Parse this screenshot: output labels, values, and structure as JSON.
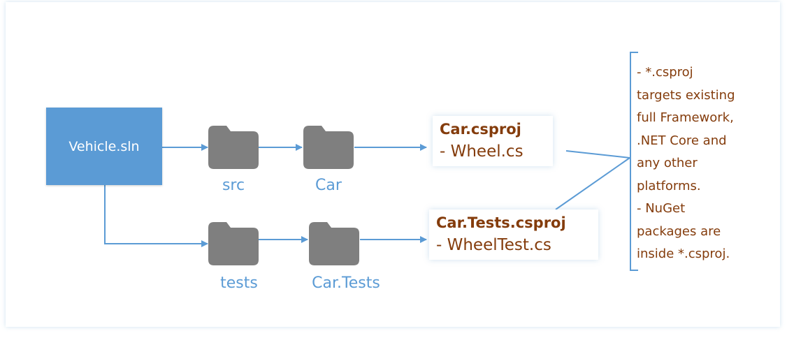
{
  "solution": {
    "label": "Vehicle.sln"
  },
  "folders": {
    "src": {
      "label": "src",
      "icon": "folder-icon"
    },
    "car": {
      "label": "Car",
      "icon": "folder-icon"
    },
    "tests": {
      "label": "tests",
      "icon": "folder-icon"
    },
    "car_tests": {
      "label": "Car.Tests",
      "icon": "folder-icon"
    }
  },
  "projects": {
    "car": {
      "name": "Car.csproj",
      "file": "- Wheel.cs"
    },
    "car_tests": {
      "name": "Car.Tests.csproj",
      "file": "- WheelTest.cs"
    }
  },
  "note": {
    "lines": [
      "- *.csproj",
      "targets existing",
      "full Framework,",
      ".NET Core and",
      "any other",
      "platforms.",
      "- NuGet",
      "packages are",
      "inside *.csproj."
    ]
  },
  "colors": {
    "accent": "#5b9bd5",
    "folder": "#7f7f7f",
    "project_text": "#843c0c"
  }
}
